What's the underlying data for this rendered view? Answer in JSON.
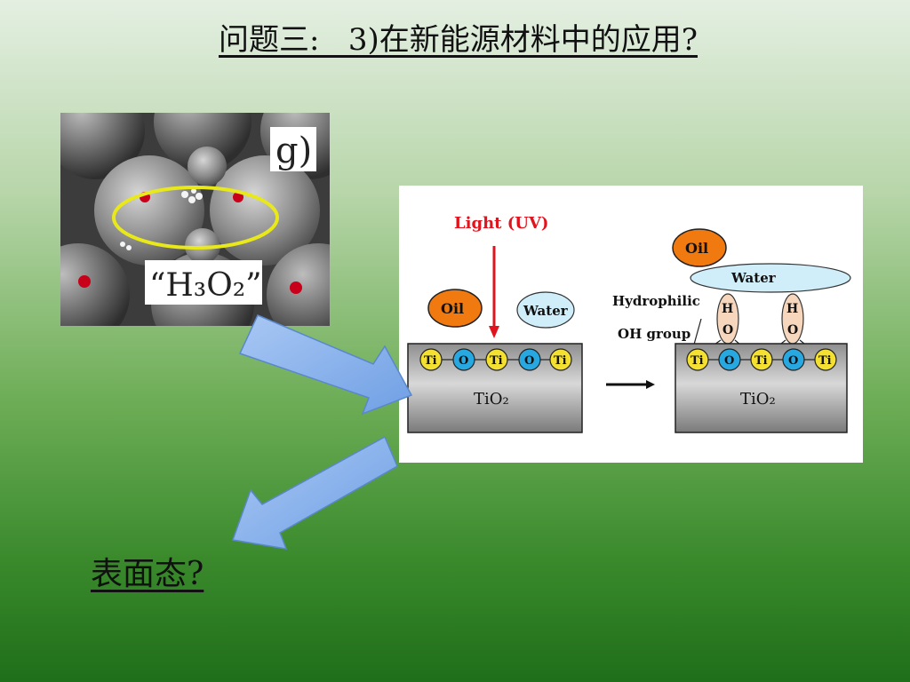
{
  "slide": {
    "title": "问题三:   3)在新能源材料中的应用?",
    "bottom_question": "表面态?"
  },
  "molecule_image": {
    "panel_label": "g)",
    "molecule_label": "“H₃O₂”"
  },
  "diagram": {
    "light_label": "Light (UV)",
    "oil_label": "Oil",
    "water_label": "Water",
    "hydrophilic_label": "Hydrophilic",
    "oh_group_label": "OH group",
    "substrate_label": "TiO₂",
    "ti_label": "Ti",
    "o_label": "O",
    "h_label": "H"
  },
  "colors": {
    "arrow_fill": "#7aa7e8",
    "light_arrow": "#e0141e",
    "oil_fill": "#f07a10",
    "water_fill": "#cfeefa",
    "ti_fill": "#f4e030",
    "o_fill": "#28a8e0",
    "substrate_top": "#9a9a9a",
    "ellipse_stroke": "#e8e81a"
  }
}
